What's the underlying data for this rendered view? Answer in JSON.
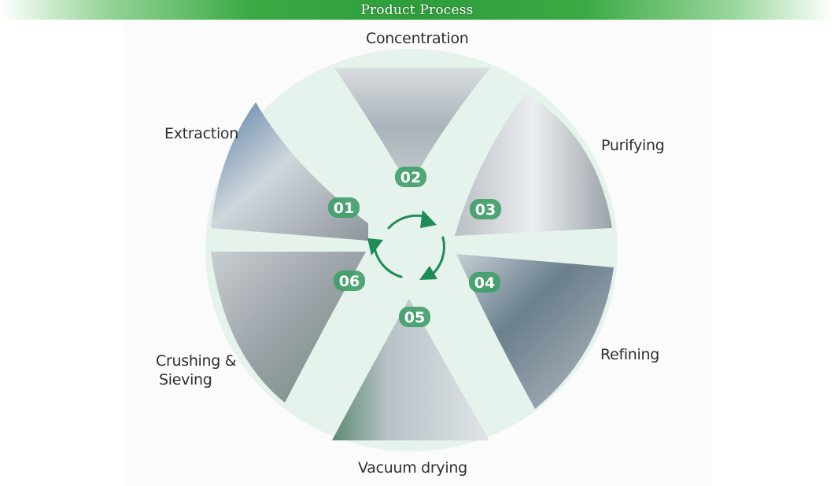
{
  "header": {
    "title": "Product Process"
  },
  "steps": [
    {
      "number": "01",
      "label": "Extraction"
    },
    {
      "number": "02",
      "label": "Concentration"
    },
    {
      "number": "03",
      "label": "Purifying"
    },
    {
      "number": "04",
      "label": "Refining"
    },
    {
      "number": "05",
      "label": "Vacuum drying"
    },
    {
      "number": "06",
      "label_line1": "Crushing &",
      "label_line2": "Sieving"
    }
  ],
  "colors": {
    "accent_green": "#2e9e3b",
    "badge_green": "#3f9e68",
    "cycle_arrow": "#1e8c57",
    "background_tint": "#e6f2ec"
  },
  "icons": [
    "cycle-arrows-icon"
  ]
}
